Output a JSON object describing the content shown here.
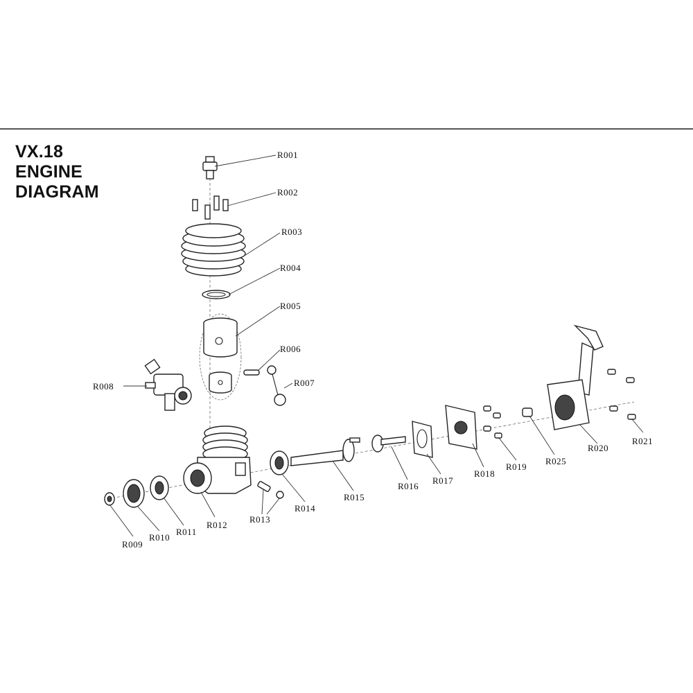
{
  "title": {
    "line1": "VX.18",
    "line2": "ENGINE",
    "line3": "DIAGRAM"
  },
  "labels": {
    "r001": "R001",
    "r002": "R002",
    "r003": "R003",
    "r004": "R004",
    "r005": "R005",
    "r006": "R006",
    "r007": "R007",
    "r008": "R008",
    "r009": "R009",
    "r010": "R010",
    "r011": "R011",
    "r012": "R012",
    "r013": "R013",
    "r014": "R014",
    "r015": "R015",
    "r016": "R016",
    "r017": "R017",
    "r018": "R018",
    "r019": "R019",
    "r020": "R020",
    "r021": "R021",
    "r025": "R025"
  }
}
